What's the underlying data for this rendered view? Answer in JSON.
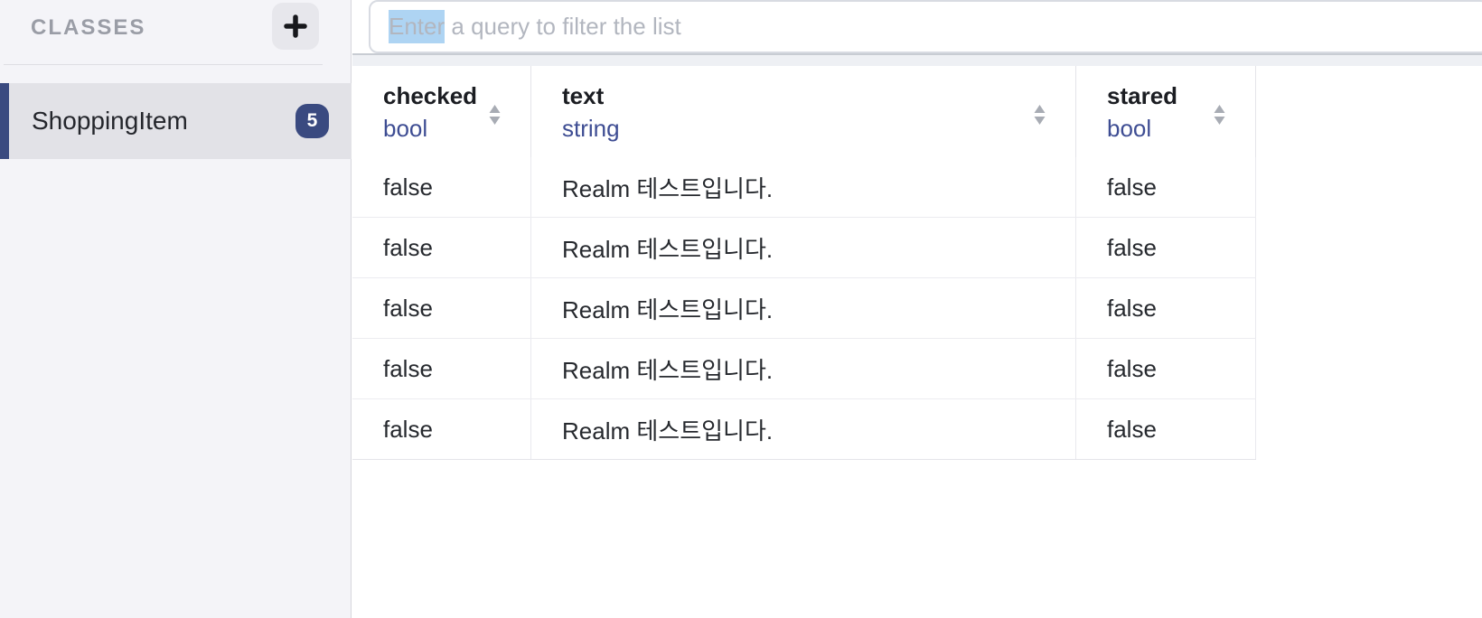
{
  "sidebar": {
    "header": "CLASSES",
    "items": [
      {
        "label": "ShoppingItem",
        "count": "5",
        "selected": true
      }
    ]
  },
  "filter": {
    "placeholder_highlight": "Enter",
    "placeholder_rest": " a query to filter the list"
  },
  "table": {
    "columns": [
      {
        "name": "checked",
        "type": "bool"
      },
      {
        "name": "text",
        "type": "string"
      },
      {
        "name": "stared",
        "type": "bool"
      }
    ],
    "rows": [
      [
        "false",
        "Realm 테스트입니다.",
        "false"
      ],
      [
        "false",
        "Realm 테스트입니다.",
        "false"
      ],
      [
        "false",
        "Realm 테스트입니다.",
        "false"
      ],
      [
        "false",
        "Realm 테스트입니다.",
        "false"
      ],
      [
        "false",
        "Realm 테스트입니다.",
        "false"
      ]
    ]
  },
  "colors": {
    "accent_navy": "#3a4a80",
    "type_blue": "#3e4d93",
    "selection_blue": "#aed4f3",
    "sidebar_bg": "#f4f4f8",
    "selected_item_bg": "#e2e2e7"
  }
}
